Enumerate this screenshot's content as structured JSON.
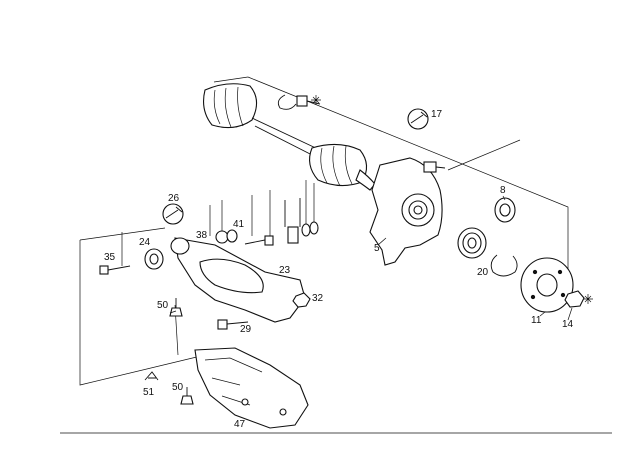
{
  "labels": {
    "l5": "5",
    "l8": "8",
    "l11": "11",
    "l14": "14",
    "l17": "17",
    "l20": "20",
    "l23": "23",
    "l24": "24",
    "l26": "26",
    "l29": "29",
    "l32": "32",
    "l35": "35",
    "l38": "38",
    "l41": "41",
    "l47": "47",
    "l50a": "50",
    "l50b": "50",
    "l51": "51"
  },
  "icons": {
    "wrench": "wrench-symbol-icon",
    "torque": "tighten-symbol-icon"
  }
}
